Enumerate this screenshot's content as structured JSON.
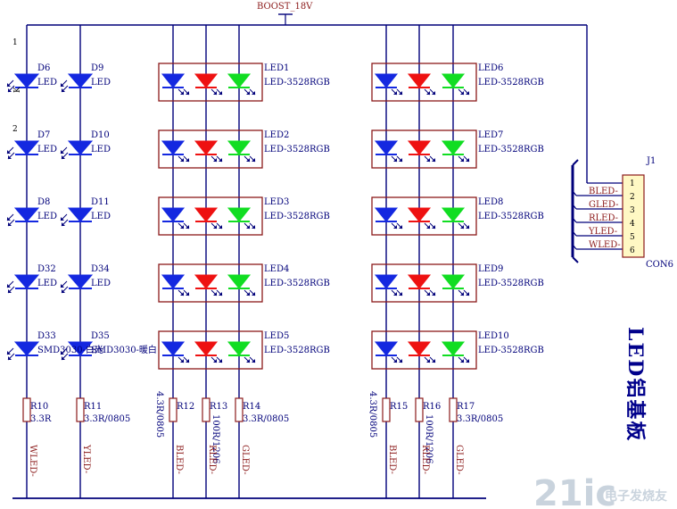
{
  "power_net": "BOOST_18V",
  "rail_pin_labels": [
    "1",
    "2"
  ],
  "col_left_1": [
    {
      "ref": "D6",
      "value": "LED"
    },
    {
      "ref": "D7",
      "value": "LED"
    },
    {
      "ref": "D8",
      "value": "LED"
    },
    {
      "ref": "D32",
      "value": "LED"
    },
    {
      "ref": "D33",
      "value": "SMD3030-白光"
    }
  ],
  "col_left_2": [
    {
      "ref": "D9",
      "value": "LED"
    },
    {
      "ref": "D10",
      "value": "LED"
    },
    {
      "ref": "D11",
      "value": "LED"
    },
    {
      "ref": "D34",
      "value": "LED"
    },
    {
      "ref": "D35",
      "value": "SMD3030-暖白"
    }
  ],
  "d6_pin_mark": "K",
  "rgb_group_1": [
    {
      "ref": "LED1",
      "value": "LED-3528RGB"
    },
    {
      "ref": "LED2",
      "value": "LED-3528RGB"
    },
    {
      "ref": "LED3",
      "value": "LED-3528RGB"
    },
    {
      "ref": "LED4",
      "value": "LED-3528RGB"
    },
    {
      "ref": "LED5",
      "value": "LED-3528RGB"
    }
  ],
  "rgb_group_2": [
    {
      "ref": "LED6",
      "value": "LED-3528RGB"
    },
    {
      "ref": "LED7",
      "value": "LED-3528RGB"
    },
    {
      "ref": "LED8",
      "value": "LED-3528RGB"
    },
    {
      "ref": "LED9",
      "value": "LED-3528RGB"
    },
    {
      "ref": "LED10",
      "value": "LED-3528RGB"
    }
  ],
  "resistors": [
    {
      "ref": "R10",
      "value": "3.3R",
      "net": "WLED-"
    },
    {
      "ref": "R11",
      "value": "3.3R/0805",
      "net": "YLED-"
    },
    {
      "ref": "R12",
      "value": "4.3R/0805",
      "net": "BLED-"
    },
    {
      "ref": "R13",
      "value": "100R/1206",
      "net": "RLED-"
    },
    {
      "ref": "R14",
      "value": "3.3R/0805",
      "net": "GLED-"
    },
    {
      "ref": "R15",
      "value": "4.3R/0805",
      "net": "BLED-"
    },
    {
      "ref": "R16",
      "value": "100R/1206",
      "net": "RLED-"
    },
    {
      "ref": "R17",
      "value": "3.3R/0805",
      "net": "GLED-"
    }
  ],
  "connector": {
    "ref": "J1",
    "value": "CON6",
    "pins": [
      "1",
      "2",
      "3",
      "4",
      "5",
      "6"
    ],
    "nets": [
      "BLED-",
      "GLED-",
      "RLED-",
      "YLED-",
      "WLED-"
    ]
  },
  "title": "LED铝基板",
  "watermark": "21ic",
  "watermark_sub": "电子发烧友",
  "colors": {
    "wire": "#00007a",
    "blue_led": "#1428e0",
    "red_led": "#ee1111",
    "green_led": "#11dd22",
    "box": "#8b1a1a",
    "net_text": "#8b1a1a",
    "ref_text": "#00007a",
    "connector_fill": "#fff8c4",
    "title": "#00008b"
  }
}
